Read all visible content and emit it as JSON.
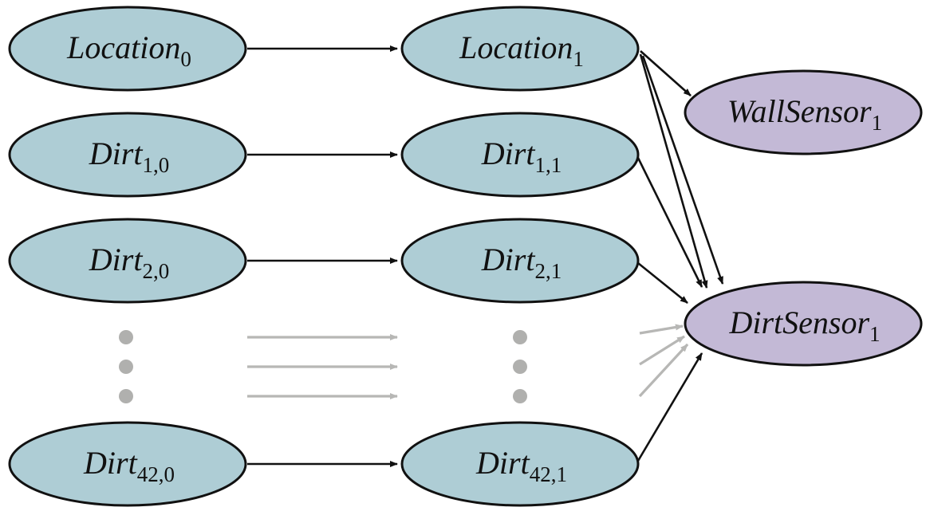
{
  "diagram": {
    "type": "dynamic-bayesian-network",
    "colors": {
      "state_node_fill": "#aecdd5",
      "sensor_node_fill": "#c3b9d6",
      "edge": "#111111",
      "ellipsis_edge": "#b7b7b5",
      "ellipsis_dot": "#b0b0ae"
    },
    "nodes": [
      {
        "id": "loc0",
        "base": "Location",
        "sub": "0",
        "kind": "state"
      },
      {
        "id": "loc1",
        "base": "Location",
        "sub": "1",
        "kind": "state"
      },
      {
        "id": "dirt10",
        "base": "Dirt",
        "sub": "1,0",
        "kind": "state"
      },
      {
        "id": "dirt11",
        "base": "Dirt",
        "sub": "1,1",
        "kind": "state"
      },
      {
        "id": "dirt20",
        "base": "Dirt",
        "sub": "2,0",
        "kind": "state"
      },
      {
        "id": "dirt21",
        "base": "Dirt",
        "sub": "2,1",
        "kind": "state"
      },
      {
        "id": "dirt420",
        "base": "Dirt",
        "sub": "42,0",
        "kind": "state"
      },
      {
        "id": "dirt421",
        "base": "Dirt",
        "sub": "42,1",
        "kind": "state"
      },
      {
        "id": "wall1",
        "base": "WallSensor",
        "sub": "1",
        "kind": "sensor"
      },
      {
        "id": "dsens1",
        "base": "DirtSensor",
        "sub": "1",
        "kind": "sensor"
      }
    ],
    "edges": [
      {
        "from": "loc0",
        "to": "loc1"
      },
      {
        "from": "dirt10",
        "to": "dirt11"
      },
      {
        "from": "dirt20",
        "to": "dirt21"
      },
      {
        "from": "dirt420",
        "to": "dirt421"
      },
      {
        "from": "loc1",
        "to": "wall1"
      },
      {
        "from": "loc1",
        "to": "dsens1"
      },
      {
        "from": "dirt11",
        "to": "dsens1"
      },
      {
        "from": "dirt21",
        "to": "dsens1"
      },
      {
        "from": "dirt421",
        "to": "dsens1"
      }
    ],
    "elided": {
      "description": "omitted Dirt variables 3..41",
      "dot_columns": 2,
      "dots_per_column": 3,
      "transition_arrows": 3,
      "sensor_arrows": 3
    }
  }
}
